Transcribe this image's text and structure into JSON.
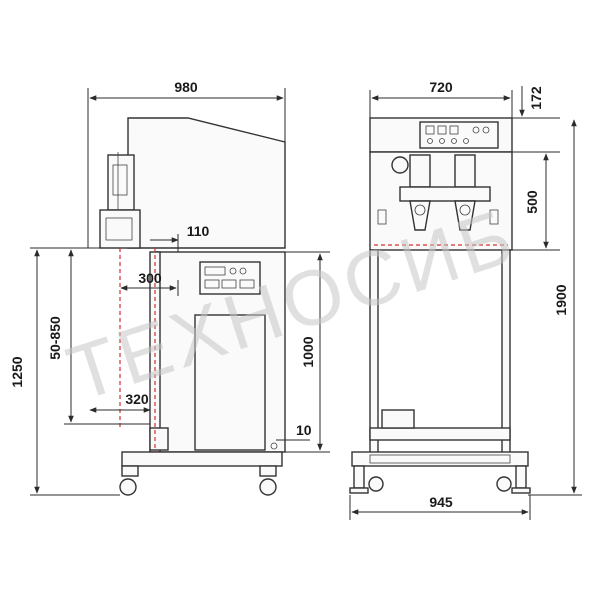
{
  "watermark": {
    "text": "TEXНОСИБ"
  },
  "dimensions": {
    "side_total_width": "980",
    "side_110": "110",
    "side_300": "300",
    "side_50_850": "50-850",
    "side_1250": "1250",
    "side_1000": "1000",
    "side_320": "320",
    "side_10": "10",
    "front_width_top": "720",
    "front_172": "172",
    "front_500": "500",
    "front_1900": "1900",
    "front_base_width": "945"
  },
  "colors": {
    "line": "#2b2b2b",
    "guide": "#d0312d",
    "watermark": "#c7c7c7",
    "watermark_accent": "#f0a050"
  }
}
